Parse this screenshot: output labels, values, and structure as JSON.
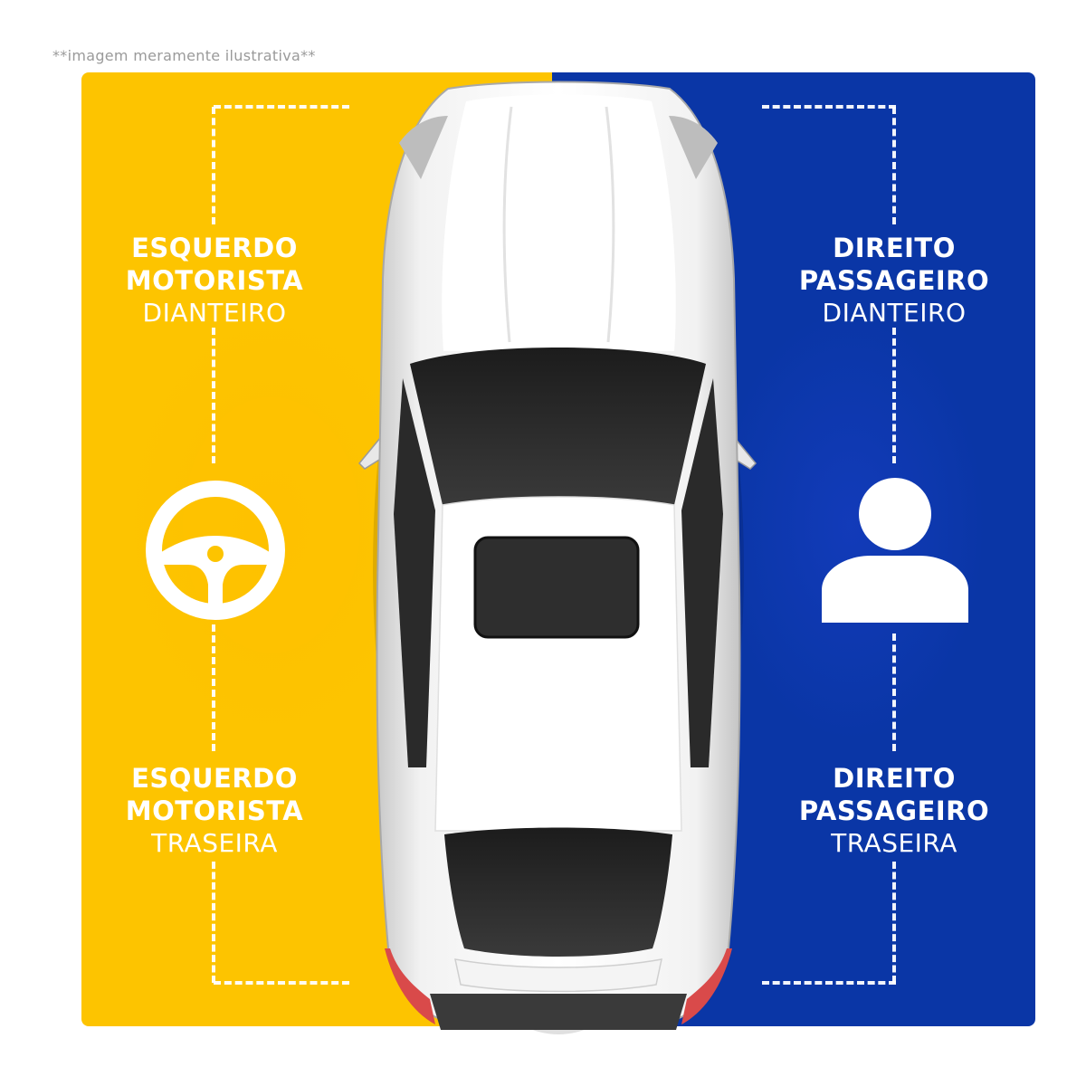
{
  "disclaimer": "**imagem meramente ilustrativa**",
  "colors": {
    "left_panel": "#fdc400",
    "right_panel": "#0a36a6",
    "text": "#ffffff"
  },
  "positions": {
    "front_left": {
      "line1": "ESQUERDO",
      "line2": "MOTORISTA",
      "line3": "DIANTEIRO"
    },
    "rear_left": {
      "line1": "ESQUERDO",
      "line2": "MOTORISTA",
      "line3": "TRASEIRA"
    },
    "front_right": {
      "line1": "DIREITO",
      "line2": "PASSAGEIRO",
      "line3": "DIANTEIRO"
    },
    "rear_right": {
      "line1": "DIREITO",
      "line2": "PASSAGEIRO",
      "line3": "TRASEIRA"
    }
  },
  "icons": {
    "driver": "steering-wheel-icon",
    "passenger": "person-icon",
    "vehicle": "car-top-view"
  }
}
